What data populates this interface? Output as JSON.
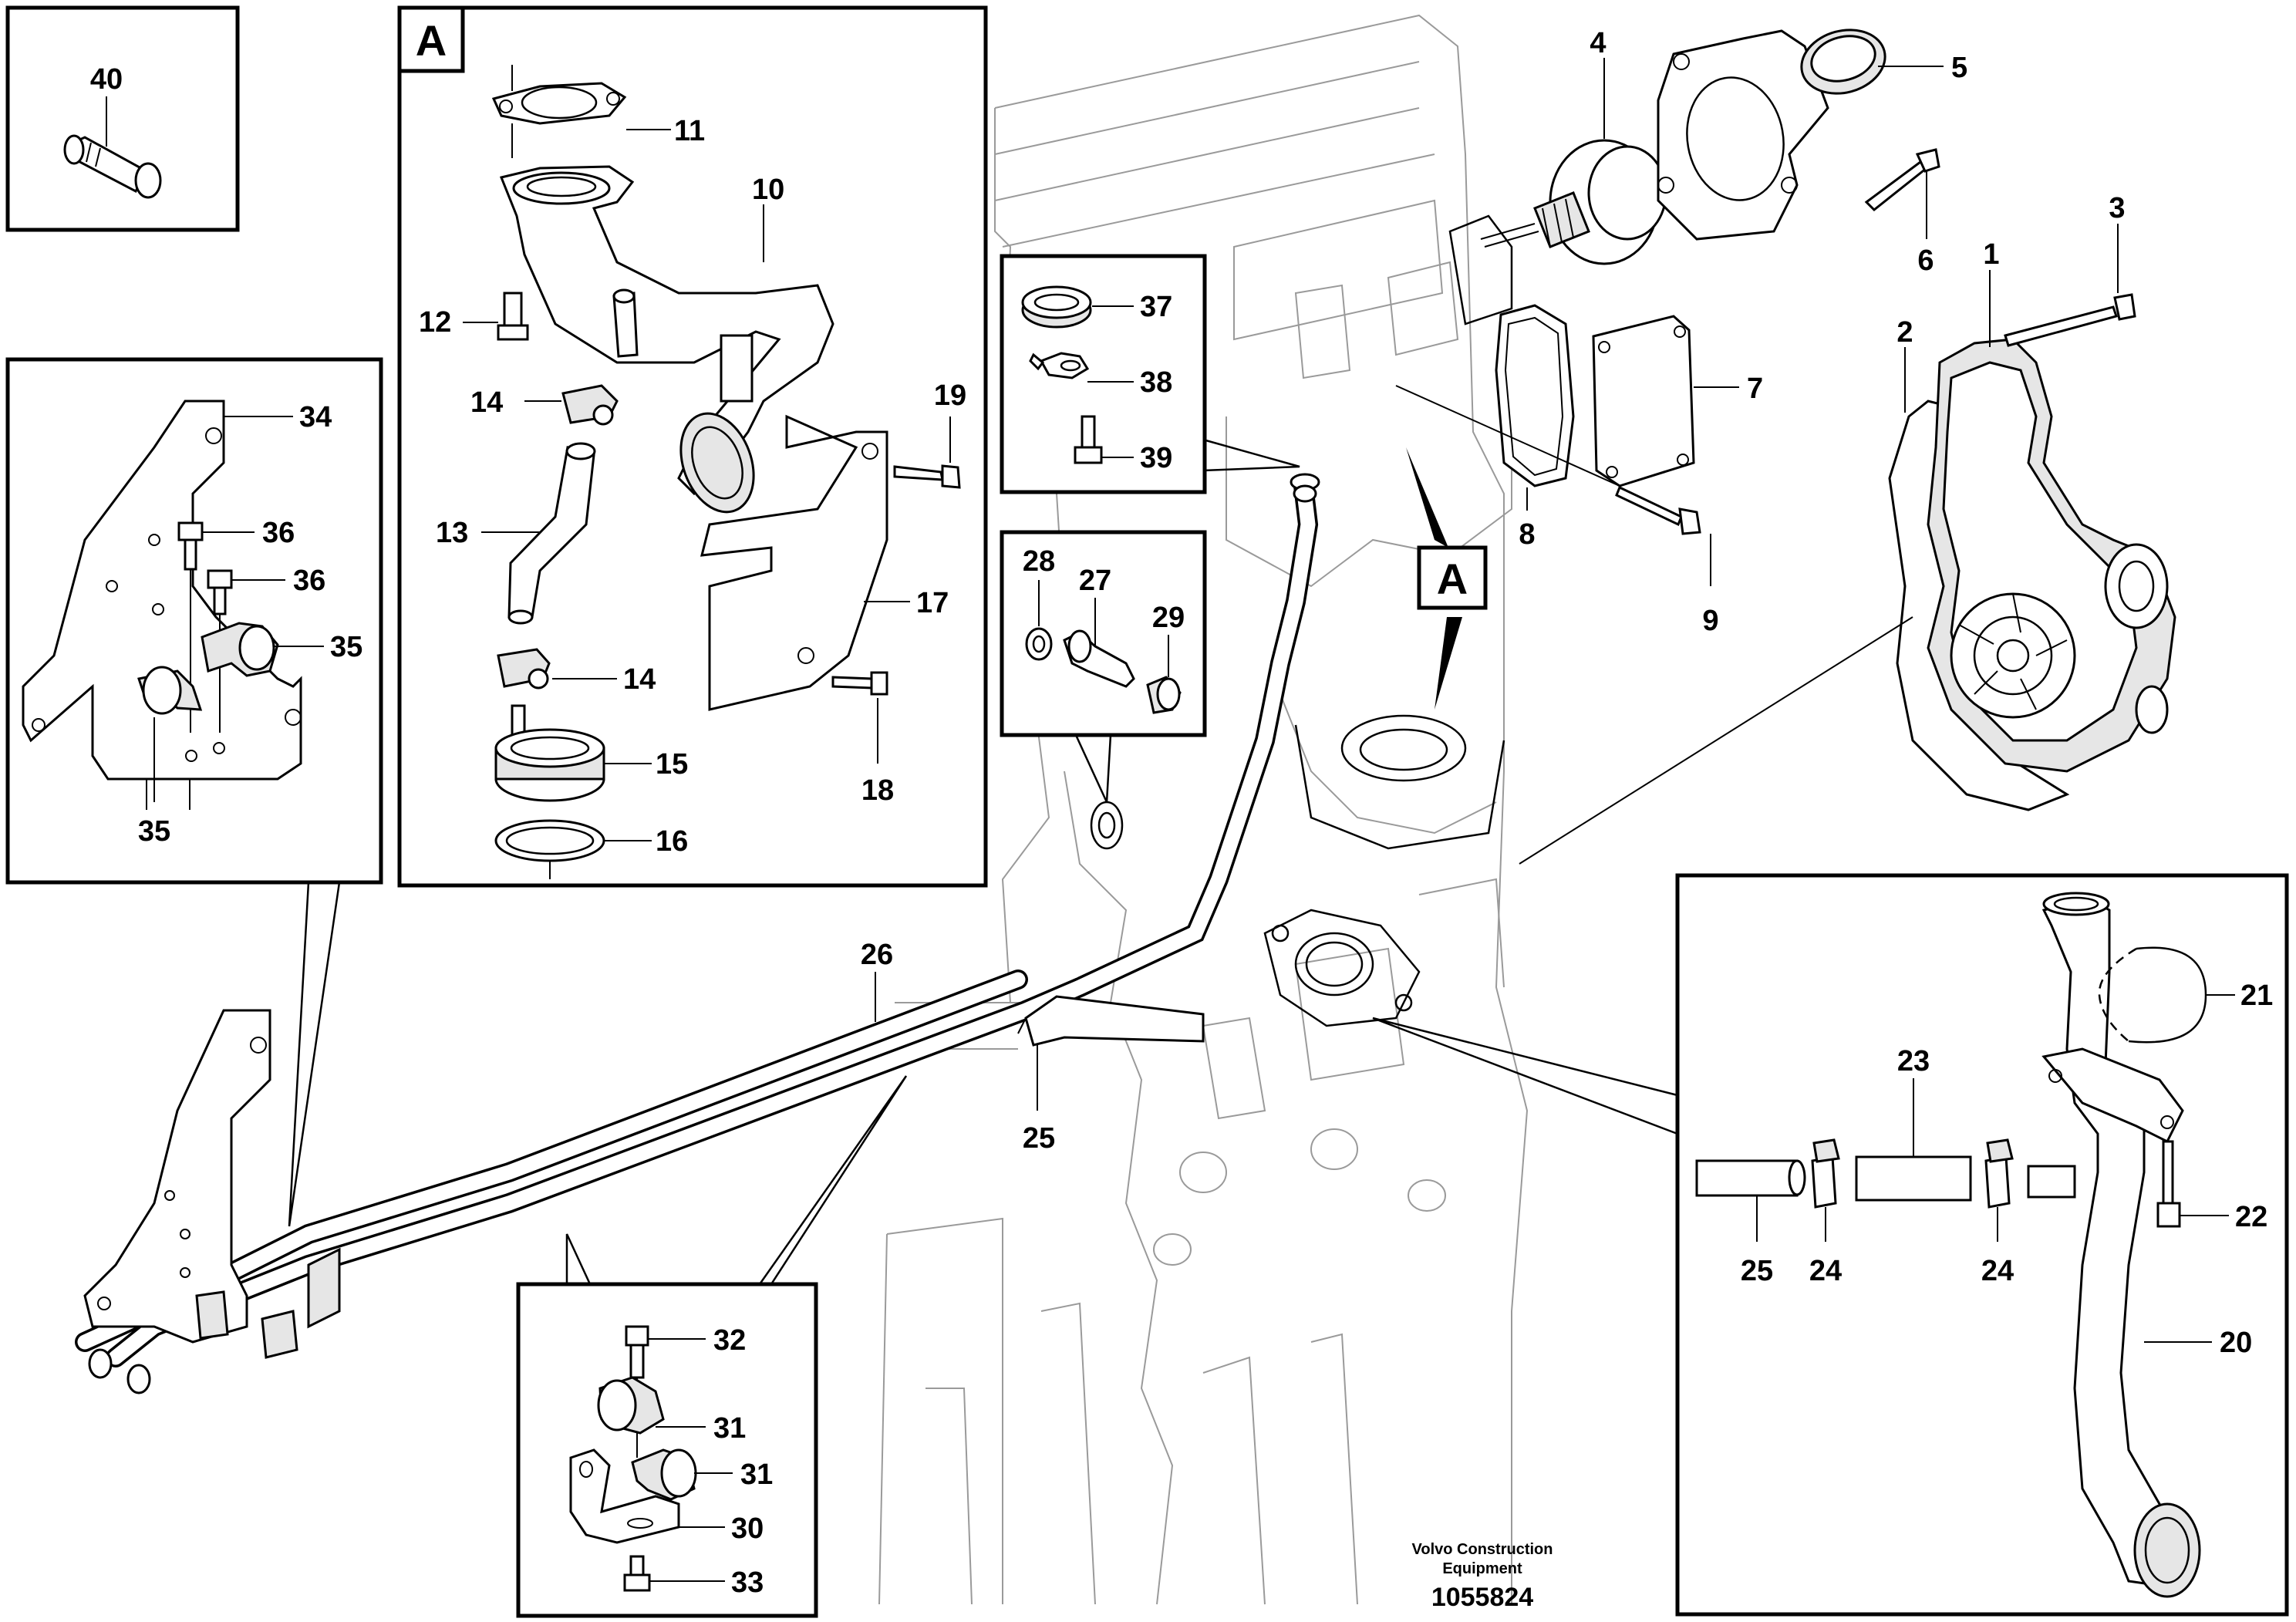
{
  "labels": {
    "p40": "40",
    "p11": "11",
    "p10": "10",
    "p12": "12",
    "p14a": "14",
    "p13": "13",
    "p14b": "14",
    "p15": "15",
    "p16": "16",
    "p17": "17",
    "p18": "18",
    "p19": "19",
    "p34": "34",
    "p36a": "36",
    "p36b": "36",
    "p35a": "35",
    "p35b": "35",
    "p37": "37",
    "p38": "38",
    "p39": "39",
    "p28": "28",
    "p27": "27",
    "p29": "29",
    "p4": "4",
    "p5": "5",
    "p6": "6",
    "p3": "3",
    "p1": "1",
    "p2": "2",
    "p7": "7",
    "p8": "8",
    "p9": "9",
    "p26": "26",
    "p25a": "25",
    "p21": "21",
    "p23": "23",
    "p25b": "25",
    "p24a": "24",
    "p24b": "24",
    "p22": "22",
    "p20": "20",
    "p32": "32",
    "p31a": "31",
    "p31b": "31",
    "p30": "30",
    "p33": "33"
  },
  "callouts": {
    "detail_box": "A",
    "engine_marker": "A"
  },
  "footer": {
    "company_line1": "Volvo Construction",
    "company_line2": "Equipment",
    "drawing_number": "1055824"
  }
}
